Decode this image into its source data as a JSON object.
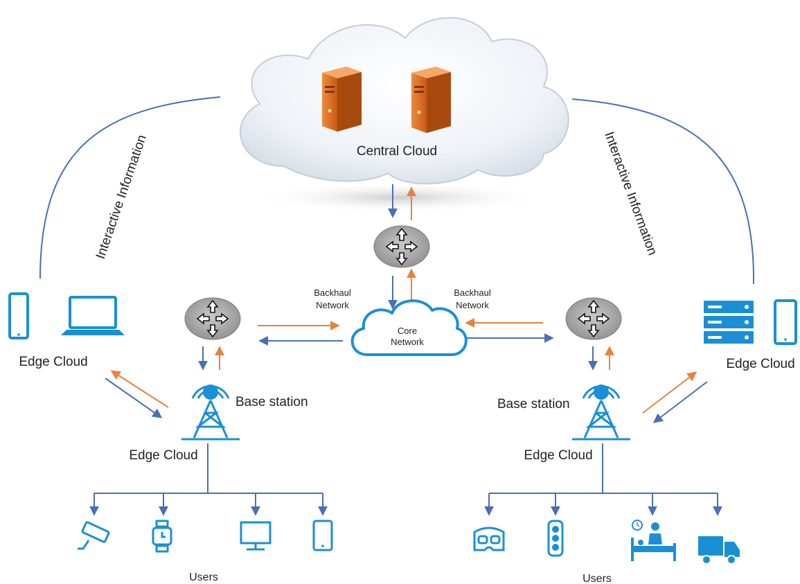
{
  "labels": {
    "central_cloud": "Central Cloud",
    "core_network_line1": "Core",
    "core_network_line2": "Network",
    "backhaul_left_line1": "Backhaul",
    "backhaul_left_line2": "Network",
    "backhaul_right_line1": "Backhaul",
    "backhaul_right_line2": "Network",
    "interactive_left": "Interactive Information",
    "interactive_right": "Interactive Information",
    "edge_cloud_left_devices": "Edge Cloud",
    "edge_cloud_right_devices": "Edge Cloud",
    "base_station_left": "Base station",
    "base_station_right": "Base station",
    "edge_cloud_left_tower": "Edge Cloud",
    "edge_cloud_right_tower": "Edge Cloud",
    "users_left": "Users",
    "users_right": "Users"
  },
  "colors": {
    "blue_arrow": "#4a6fb5",
    "orange_arrow": "#e8823a",
    "icon_blue": "#1a8fd6",
    "router_gray": "#a8a8a8",
    "server_orange": "#d86a20"
  },
  "icons": {
    "left_edge_devices": [
      "tablet-icon",
      "laptop-icon"
    ],
    "right_edge_devices": [
      "server-rack-icon",
      "tablet-icon"
    ],
    "left_users": [
      "security-camera-icon",
      "smartwatch-icon",
      "monitor-icon",
      "tablet-icon"
    ],
    "right_users": [
      "vr-headset-icon",
      "traffic-light-icon",
      "hospital-bed-icon",
      "truck-icon"
    ]
  }
}
